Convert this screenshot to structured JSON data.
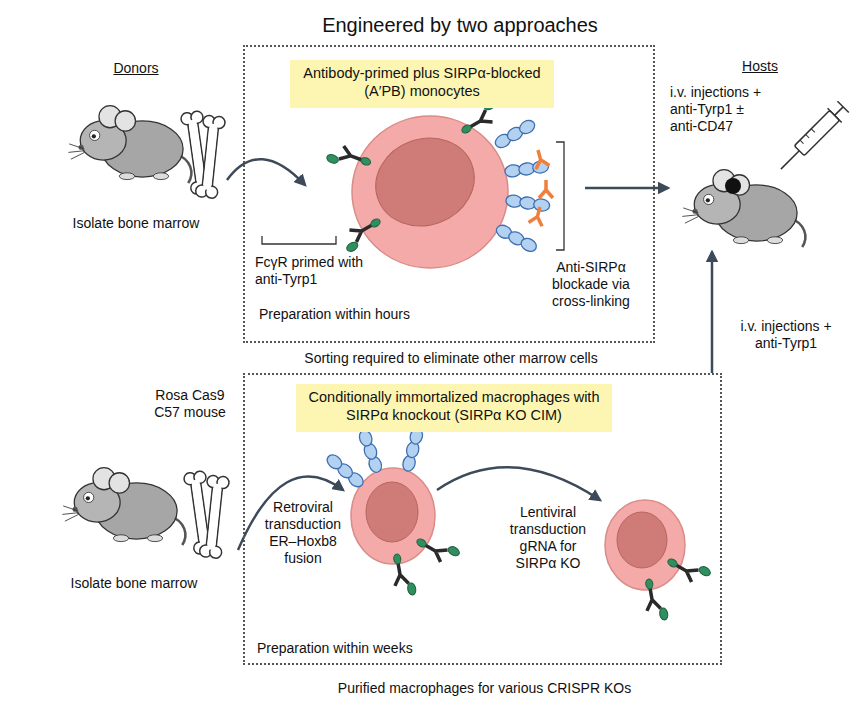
{
  "diagram": {
    "title": "Engineered by two approaches",
    "nodes": [
      {
        "text": [
          "Donors",
          "Isolate bone marrow"
        ]
      },
      {
        "text": [
          "FcγR primed with anti-Tyrp1",
          "Preparation within hours",
          "Anti-SIRPα blockade via cross-linking",
          "Sorting required to eliminate other marrow cells"
        ]
      },
      {
        "text": [
          "Antibody-primed plus SIRPα-blocked (A′PB) monocytes"
        ],
        "in": 1
      },
      {
        "text": [
          "Hosts",
          "i.v. injections + anti-Tyrp1 ± anti-CD47"
        ]
      },
      {
        "text": [
          "Rosa Cas9 C57 mouse",
          "Isolate bone marrow"
        ]
      },
      {
        "text": [
          "Retroviral transduction ER–Hoxb8 fusion",
          "Preparation within weeks",
          "Lentiviral transduction gRNA for SIRPα KO",
          "Purified macrophages for various CRISPR KOs"
        ]
      },
      {
        "text": [
          "Conditionally immortalized macrophages with SIRPα knockout (SIRPα KO CIM)"
        ],
        "in": 5
      }
    ],
    "edges": [
      {
        "from": 0,
        "to": 1,
        "arrow": "to"
      },
      {
        "from": 1,
        "to": 3,
        "arrow": "to"
      },
      {
        "from": 4,
        "to": 5,
        "arrow": "to"
      },
      {
        "from": 5,
        "to": 3,
        "label": "i.v. injections + anti-Tyrp1",
        "arrow": "to"
      }
    ]
  }
}
